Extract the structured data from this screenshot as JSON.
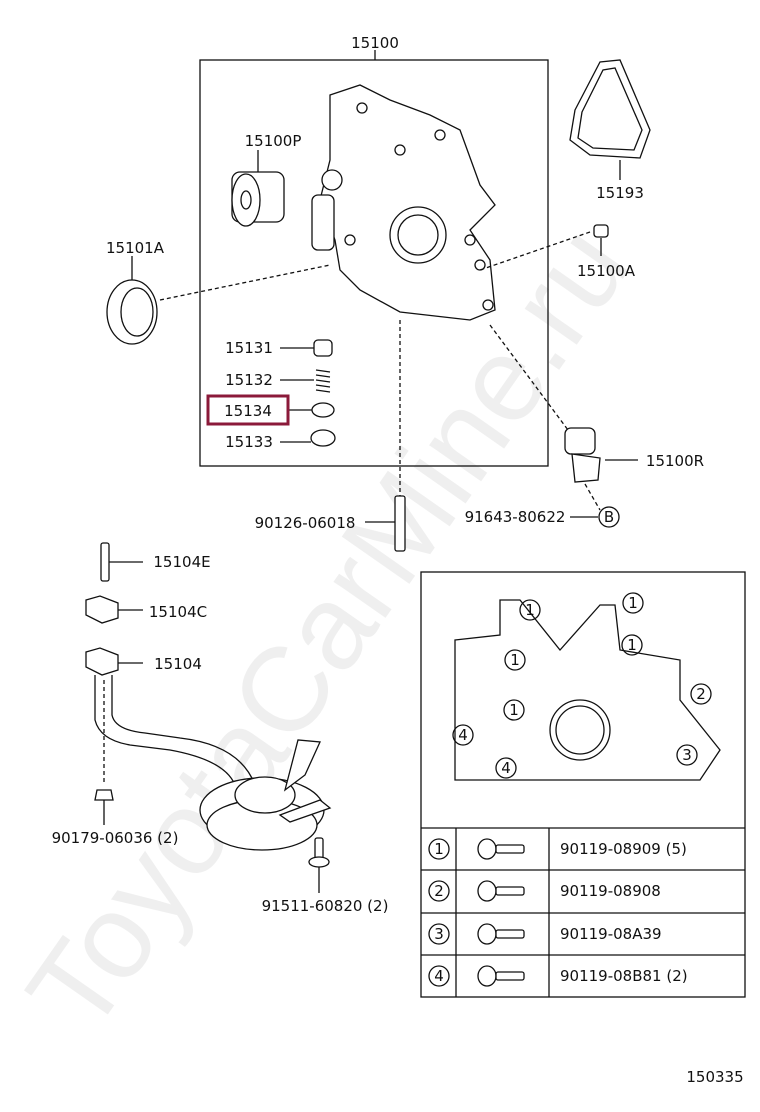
{
  "diagram_number": "150335",
  "watermark": "ToyotaCarMine.ru",
  "highlight_color": "#8b1a3a",
  "labels": {
    "assembly": "15100",
    "p15100P": "15100P",
    "p15101A": "15101A",
    "p15193": "15193",
    "p15100A": "15100A",
    "p15131": "15131",
    "p15132": "15132",
    "p15134": "15134",
    "p15133": "15133",
    "p15100R": "15100R",
    "p90126": "90126-06018",
    "p91643": "91643-80622",
    "ref_b": "B",
    "p15104E": "15104E",
    "p15104C": "15104C",
    "p15104": "15104",
    "p90179": "90179-06036 (2)",
    "p91511": "91511-60820 (2)"
  },
  "inset": {
    "callouts": [
      "1",
      "1",
      "1",
      "1",
      "1",
      "2",
      "3",
      "4",
      "4"
    ]
  },
  "bolt_table": [
    {
      "ref": "1",
      "part": "90119-08909 (5)"
    },
    {
      "ref": "2",
      "part": "90119-08908"
    },
    {
      "ref": "3",
      "part": "90119-08A39"
    },
    {
      "ref": "4",
      "part": "90119-08B81 (2)"
    }
  ]
}
